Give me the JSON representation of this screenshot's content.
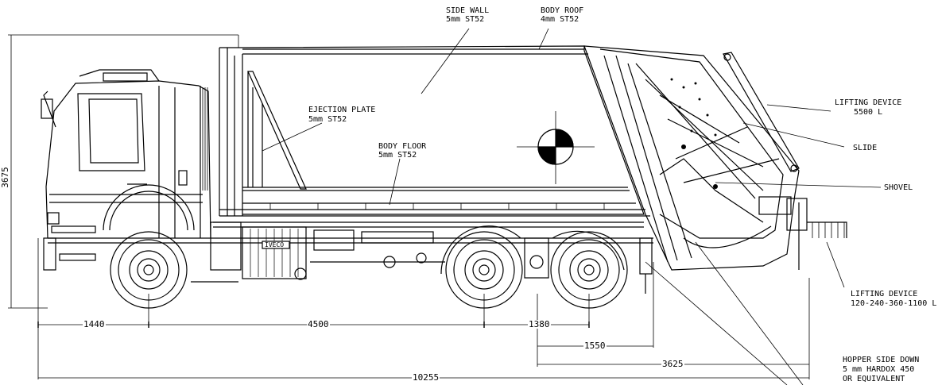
{
  "labels": {
    "side_wall_title": "SIDE WALL",
    "side_wall_spec": "5mm ST52",
    "body_roof_title": "BODY ROOF",
    "body_roof_spec": "4mm ST52",
    "ejection_plate_title": "EJECTION PLATE",
    "ejection_plate_spec": "5mm ST52",
    "body_floor_title": "BODY FLOOR",
    "body_floor_spec": "5mm ST52",
    "lifting_device_top_title": "LIFTING DEVICE",
    "lifting_device_top_spec": "5500 L",
    "slide": "SLIDE",
    "shovel": "SHOVEL",
    "lifting_device_bottom_title": "LIFTING DEVICE",
    "lifting_device_bottom_spec": "120-240-360-1100 L",
    "hopper_line1": "HOPPER SIDE DOWN",
    "hopper_line2": "5 mm HARDOX 450",
    "hopper_line3": "OR EQUIVALENT",
    "engine_badge": "IVECO"
  },
  "dimensions": {
    "height": "3675",
    "front_overhang": "1440",
    "wheelbase": "4500",
    "tandem": "1380",
    "rear_1550": "1550",
    "rear_3625": "3625",
    "overall_length": "10255"
  }
}
